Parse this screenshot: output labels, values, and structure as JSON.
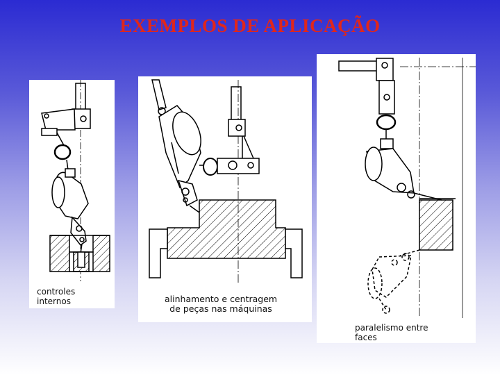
{
  "slide": {
    "title": "EXEMPLOS DE APLICAÇÃO",
    "title_color": "#e0261b"
  },
  "panels": [
    {
      "caption": "controles\ninternos"
    },
    {
      "caption": "alinhamento e centragem\nde peças nas máquinas"
    },
    {
      "caption": "paralelismo  entre\nfaces"
    }
  ]
}
